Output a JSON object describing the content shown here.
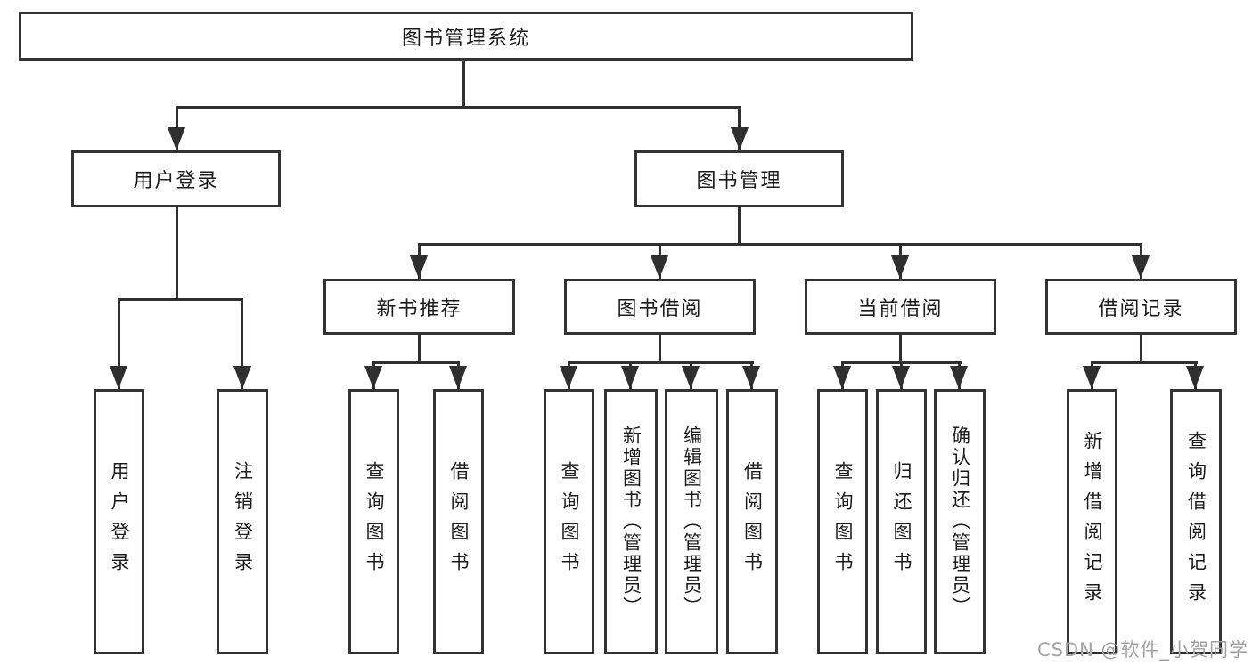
{
  "diagram": {
    "title": "图书管理系统",
    "level2": [
      {
        "label": "用户登录"
      },
      {
        "label": "图书管理"
      }
    ],
    "level3": [
      {
        "label": "新书推荐"
      },
      {
        "label": "图书借阅"
      },
      {
        "label": "当前借阅"
      },
      {
        "label": "借阅记录"
      }
    ],
    "leaves": {
      "login": [
        "用户登录",
        "注销登录"
      ],
      "recommend": [
        "查询图书",
        "借阅图书"
      ],
      "borrow": [
        "查询图书",
        "新增图书（管理员）",
        "编辑图书（管理员）",
        "借阅图书"
      ],
      "current": [
        "查询图书",
        "归还图书",
        "确认归还（管理员）"
      ],
      "records": [
        "新增借阅记录",
        "查询借阅记录"
      ]
    },
    "watermark": "CSDN @软件_小贺同学",
    "colors": {
      "line": "#2f2f2f",
      "border": "#333333",
      "text": "#1b1b1b",
      "watermark": "#a2a2a2"
    }
  }
}
